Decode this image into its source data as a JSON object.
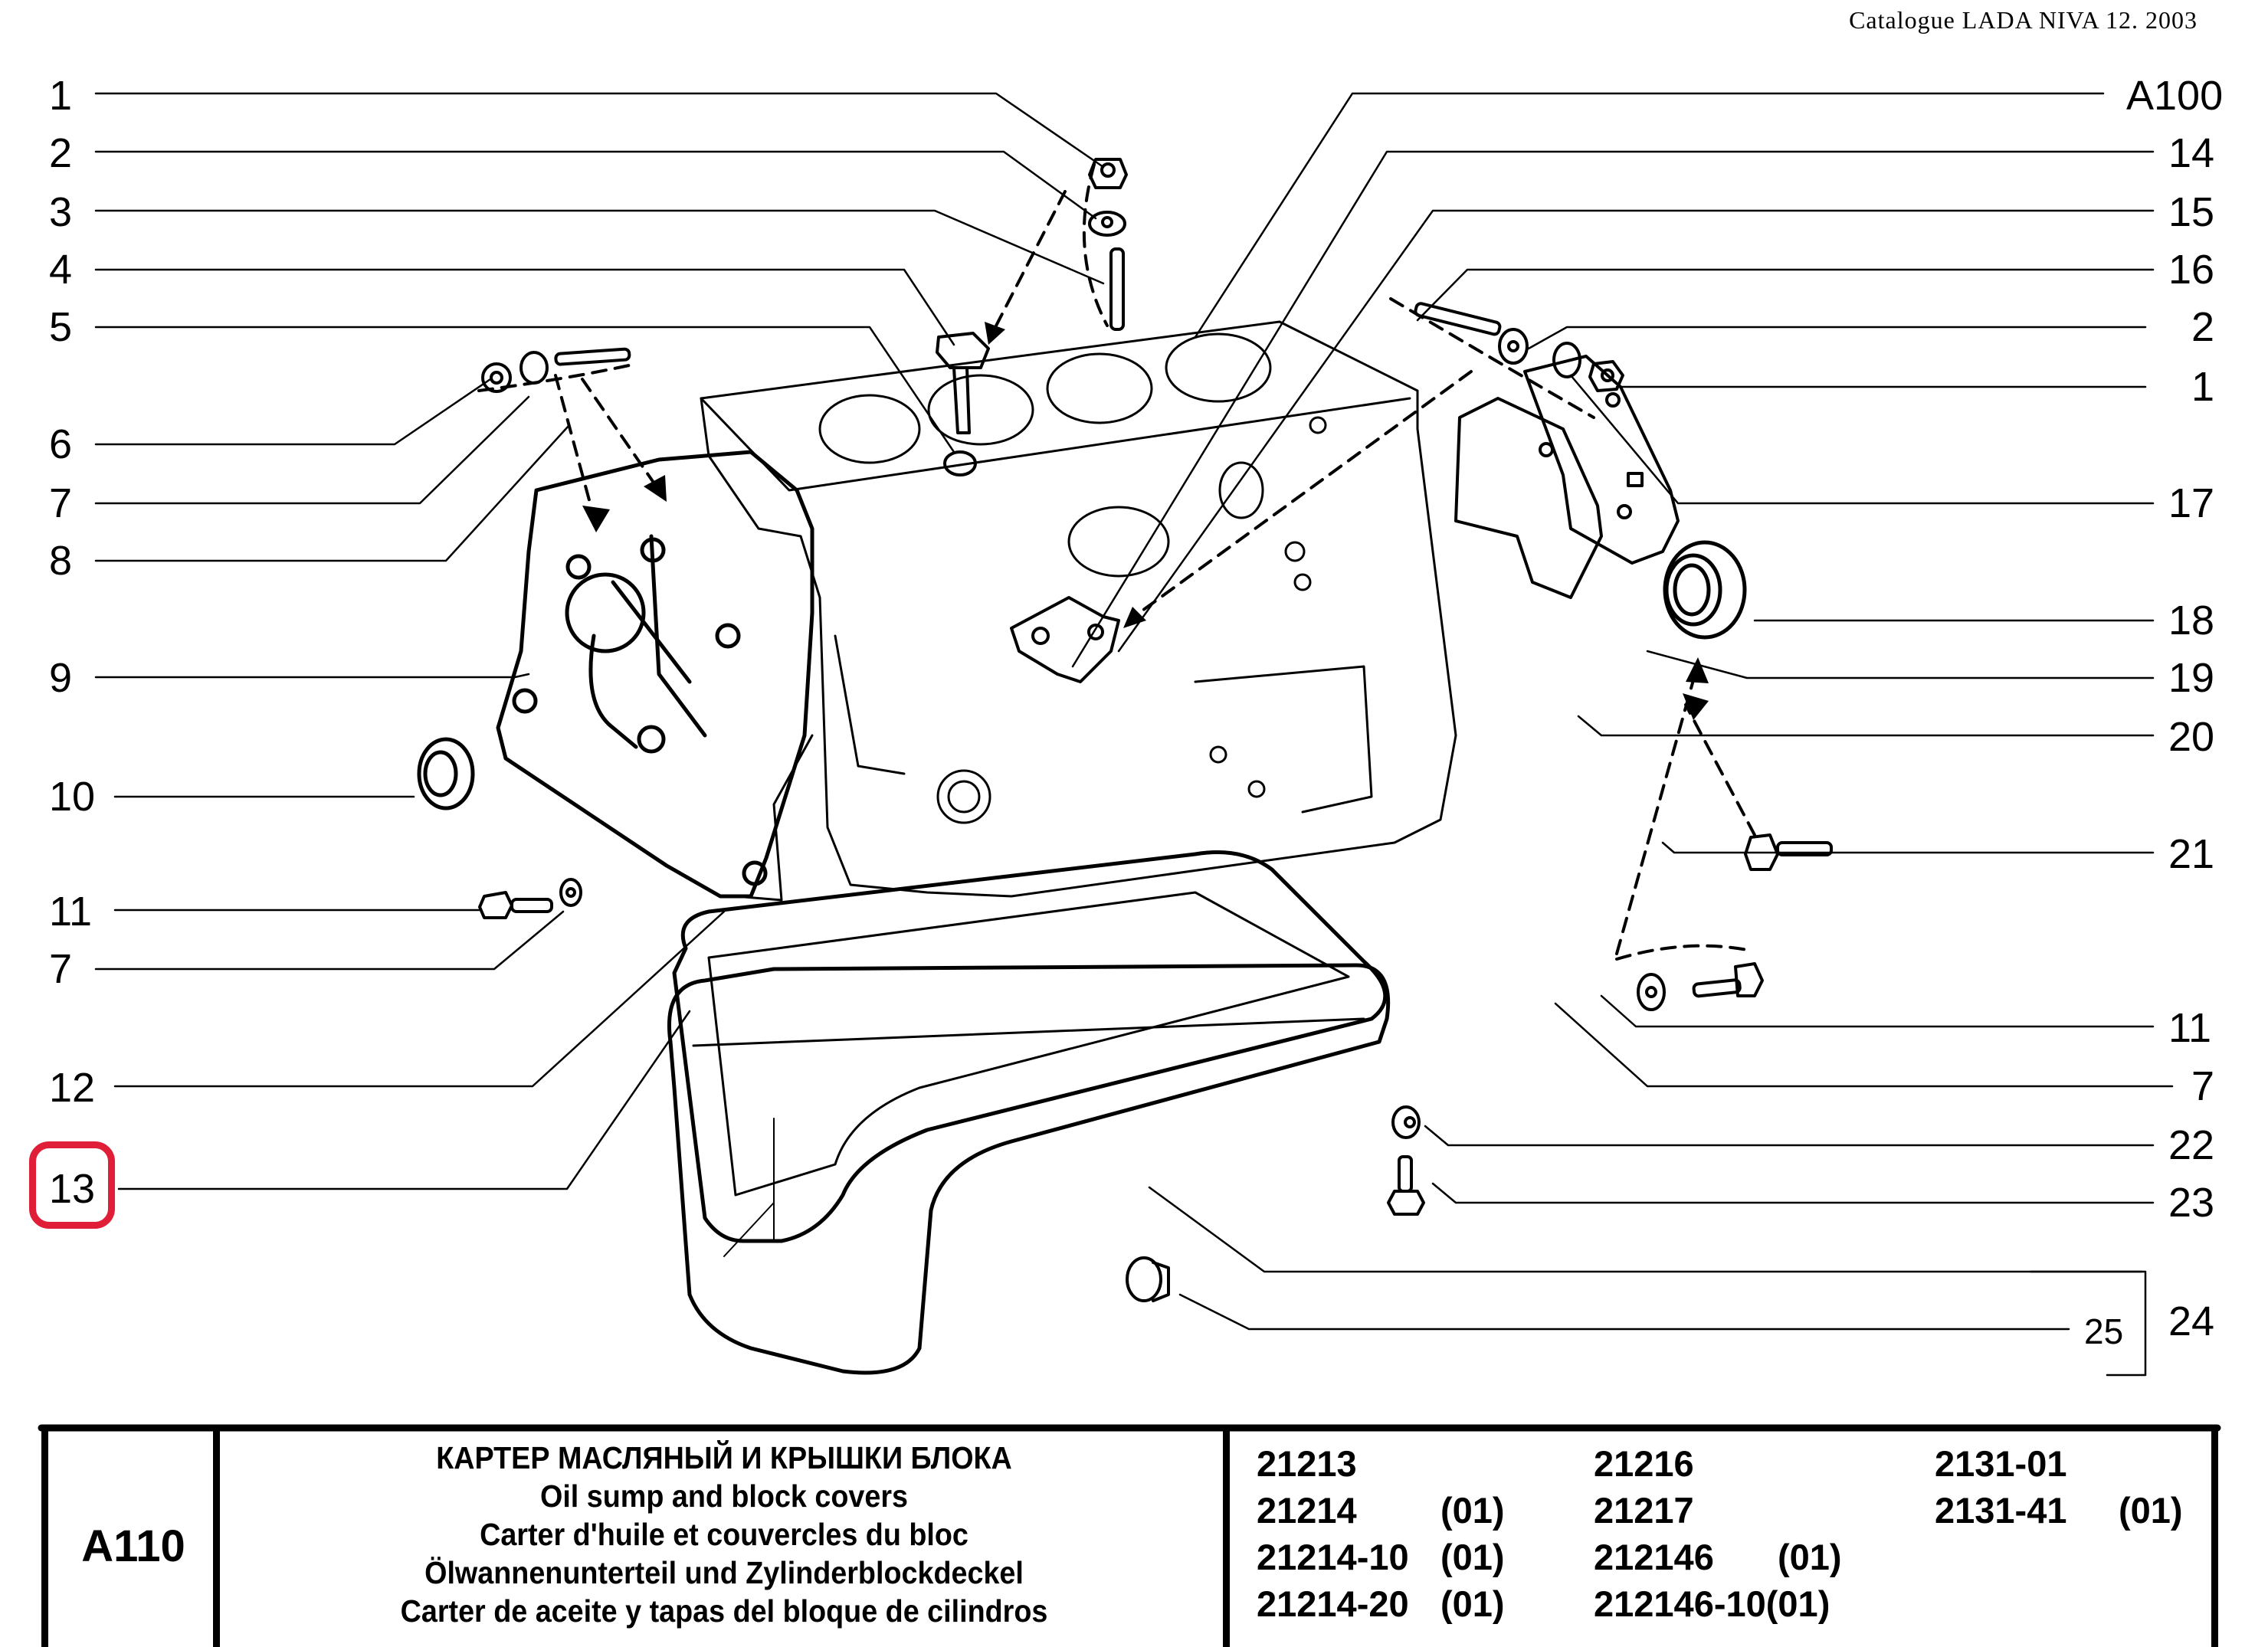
{
  "header": {
    "catalogue_label": "Catalogue LADA NIVA 12. 2003"
  },
  "callouts": {
    "left": [
      {
        "label": "1",
        "row": 1
      },
      {
        "label": "2",
        "row": 2
      },
      {
        "label": "3",
        "row": 3
      },
      {
        "label": "4",
        "row": 4
      },
      {
        "label": "5",
        "row": 5
      },
      {
        "label": "6",
        "row": 6
      },
      {
        "label": "7",
        "row": 7
      },
      {
        "label": "8",
        "row": 8
      },
      {
        "label": "9",
        "row": 9
      },
      {
        "label": "10",
        "row": 10
      },
      {
        "label": "11",
        "row": 11
      },
      {
        "label": "7",
        "row": 12
      },
      {
        "label": "12",
        "row": 13
      },
      {
        "label": "13",
        "row": 14,
        "highlighted": true
      }
    ],
    "right": [
      {
        "label": "A100"
      },
      {
        "label": "14"
      },
      {
        "label": "15"
      },
      {
        "label": "16"
      },
      {
        "label": "2"
      },
      {
        "label": "1"
      },
      {
        "label": "17"
      },
      {
        "label": "18"
      },
      {
        "label": "19"
      },
      {
        "label": "20"
      },
      {
        "label": "21"
      },
      {
        "label": "11"
      },
      {
        "label": "7"
      },
      {
        "label": "22"
      },
      {
        "label": "23"
      },
      {
        "label": "24"
      },
      {
        "label": "25"
      }
    ]
  },
  "highlight": {
    "target_label": "13",
    "color": "#e01e37"
  },
  "title_block": {
    "section_code": "A110",
    "titles": [
      "КАРТЕР МАСЛЯНЫЙ И КРЫШКИ  БЛОКА",
      "Oil sump and block covers",
      "Carter d'huile et couvercles du bloc",
      "Ölwannenunterteil und Zylinderblockdeckel",
      "Carter de aceite y tapas del bloque de cilindros"
    ],
    "models": {
      "col1": [
        {
          "code": "21213",
          "variant": ""
        },
        {
          "code": "21214",
          "variant": "(01)"
        },
        {
          "code": "21214-10",
          "variant": "(01)"
        },
        {
          "code": "21214-20",
          "variant": "(01)"
        }
      ],
      "col2": [
        {
          "code": "21216",
          "variant": ""
        },
        {
          "code": "21217",
          "variant": ""
        },
        {
          "code": "212146",
          "variant": "(01)"
        },
        {
          "code": "212146-10",
          "variant": "(01)"
        }
      ],
      "col3": [
        {
          "code": "2131-01",
          "variant": ""
        },
        {
          "code": "2131-41",
          "variant": "(01)"
        }
      ]
    }
  },
  "parts_depicted": [
    "cylinder-block",
    "front-cover",
    "rear-crankshaft-seal-holder",
    "oil-sump",
    "sump-gasket",
    "drain-plug",
    "oil-seal-front",
    "oil-seal-rear",
    "studs",
    "nuts",
    "washers",
    "bolts",
    "oil-pump-drive-cover",
    "oil-level-sensor"
  ]
}
